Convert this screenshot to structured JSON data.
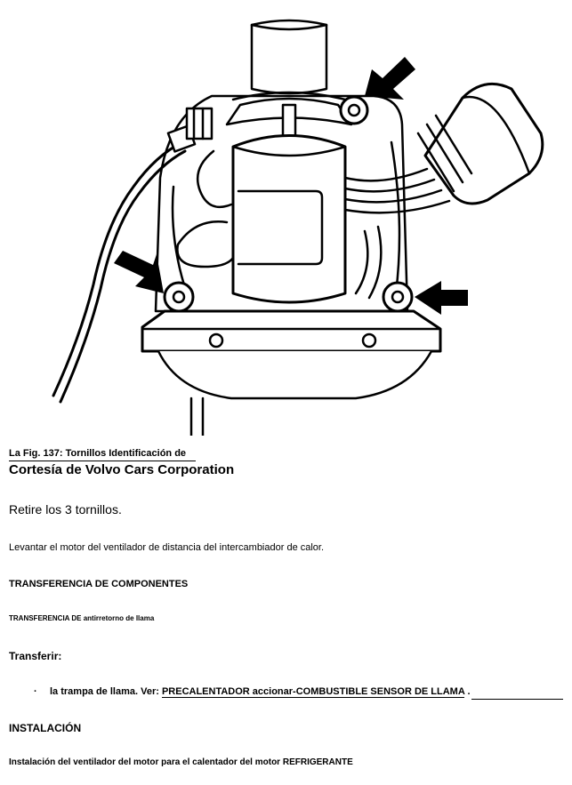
{
  "figure": {
    "icon": "blower-motor-diagram"
  },
  "caption": "La Fig. 137: Tornillos Identificación de",
  "courtesy": "Cortesía de Volvo Cars Corporation",
  "step_remove": "Retire los 3 tornillos.",
  "step_lift": "Levantar el motor del ventilador de distancia del intercambiador de calor.",
  "heading_transfer_components": "TRANSFERENCIA DE COMPONENTES",
  "heading_transfer_flame": "TRANSFERENCIA DE antirretorno de llama",
  "heading_transfer": "Transferir:",
  "bullet": {
    "marker": "·",
    "text": "la trampa de llama. Ver:",
    "link": "PRECALENTADOR accionar-COMBUSTIBLE SENSOR DE LLAMA",
    "end": "."
  },
  "heading_installation": "INSTALACIÓN",
  "heading_install_motor": "Instalación del ventilador del motor para el calentador del motor REFRIGERANTE"
}
